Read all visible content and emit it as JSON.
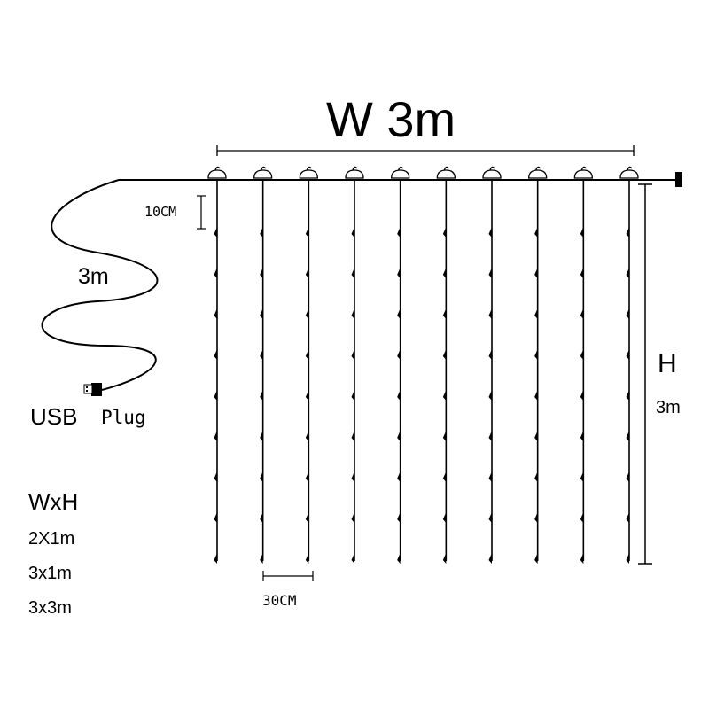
{
  "width_label": "W 3m",
  "height_label": "H",
  "height_value": "3m",
  "cable_length": "3m",
  "drop_spacing": "10CM",
  "strand_spacing": "30CM",
  "plug_usb": "USB",
  "plug_word": "Plug",
  "sizes_header": "WxH",
  "sizes": [
    "2X1m",
    "3x1m",
    "3x3m"
  ],
  "strand_count": 10,
  "bulbs_per_strand": 9,
  "colors": {
    "ink": "#000000",
    "background": "#ffffff"
  }
}
